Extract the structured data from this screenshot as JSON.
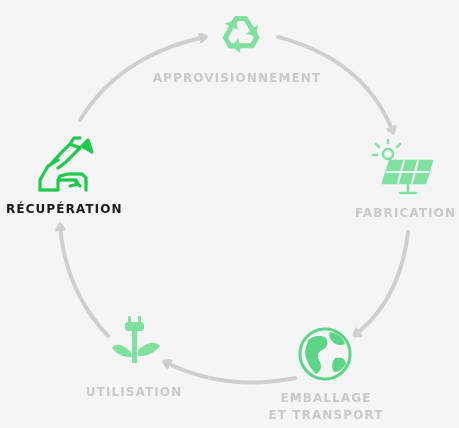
{
  "diagram": {
    "stages": [
      {
        "id": "approvisionnement",
        "label": "APPROVISIONNEMENT",
        "icon": "recycle-icon",
        "active": false
      },
      {
        "id": "fabrication",
        "label": "FABRICATION",
        "icon": "solar-panel-icon",
        "active": false
      },
      {
        "id": "emballage",
        "label_line1": "EMBALLAGE",
        "label_line2": "ET TRANSPORT",
        "icon": "globe-icon",
        "active": false
      },
      {
        "id": "utilisation",
        "label": "UTILISATION",
        "icon": "plug-plant-icon",
        "active": false
      },
      {
        "id": "recuperation",
        "label": "RÉCUPÉRATION",
        "icon": "recovery-hand-icon",
        "active": true
      }
    ],
    "colors": {
      "background": "#f5f5f5",
      "arrow": "#cfcfcf",
      "label_inactive": "#c9c9c9",
      "label_active": "#1a1a1a",
      "icon_light": "#7fe0a0",
      "icon_mid": "#5ed489",
      "icon_active": "#1fc94c"
    }
  }
}
